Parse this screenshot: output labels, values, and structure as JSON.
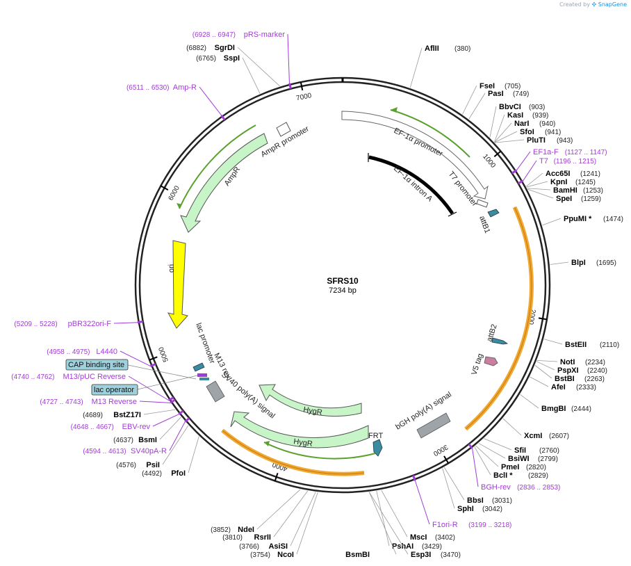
{
  "credit": {
    "prefix": "Created by",
    "brand": "SnapGene"
  },
  "plasmid": {
    "name": "SFRS10",
    "size_label": "7234 bp",
    "length": 7234
  },
  "ticks": [
    {
      "pos": 1000,
      "label": "1000"
    },
    {
      "pos": 2000,
      "label": "2000"
    },
    {
      "pos": 3000,
      "label": "3000"
    },
    {
      "pos": 4000,
      "label": "4000"
    },
    {
      "pos": 5000,
      "label": "5000"
    },
    {
      "pos": 6000,
      "label": "6000"
    },
    {
      "pos": 7000,
      "label": "7000"
    }
  ],
  "enzymes": [
    {
      "name": "AflII",
      "pos": "(380)",
      "site": 380
    },
    {
      "name": "FseI",
      "pos": "(705)",
      "site": 705
    },
    {
      "name": "PasI",
      "pos": "(749)",
      "site": 749
    },
    {
      "name": "BbvCI",
      "pos": "(903)",
      "site": 903
    },
    {
      "name": "KasI",
      "pos": "(939)",
      "site": 939
    },
    {
      "name": "NarI",
      "pos": "(940)",
      "site": 940
    },
    {
      "name": "SfoI",
      "pos": "(941)",
      "site": 941
    },
    {
      "name": "PluTI",
      "pos": "(943)",
      "site": 943
    },
    {
      "name": "Acc65I",
      "pos": "(1241)",
      "site": 1241
    },
    {
      "name": "KpnI",
      "pos": "(1245)",
      "site": 1245
    },
    {
      "name": "BamHI",
      "pos": "(1253)",
      "site": 1253
    },
    {
      "name": "SpeI",
      "pos": "(1259)",
      "site": 1259
    },
    {
      "name": "PpuMI *",
      "pos": "(1474)",
      "site": 1474
    },
    {
      "name": "BlpI",
      "pos": "(1695)",
      "site": 1695
    },
    {
      "name": "BstEII",
      "pos": "(2110)",
      "site": 2110
    },
    {
      "name": "NotI",
      "pos": "(2234)",
      "site": 2234
    },
    {
      "name": "PspXI",
      "pos": "(2240)",
      "site": 2240
    },
    {
      "name": "BstBI",
      "pos": "(2263)",
      "site": 2263
    },
    {
      "name": "AfeI",
      "pos": "(2333)",
      "site": 2333
    },
    {
      "name": "BmgBI",
      "pos": "(2444)",
      "site": 2444
    },
    {
      "name": "XcmI",
      "pos": "(2607)",
      "site": 2607
    },
    {
      "name": "SfiI",
      "pos": "(2760)",
      "site": 2760
    },
    {
      "name": "BsiWI",
      "pos": "(2799)",
      "site": 2799
    },
    {
      "name": "PmeI",
      "pos": "(2820)",
      "site": 2820
    },
    {
      "name": "BclI *",
      "pos": "(2829)",
      "site": 2829
    },
    {
      "name": "BbsI",
      "pos": "(3031)",
      "site": 3031
    },
    {
      "name": "SphI",
      "pos": "(3042)",
      "site": 3042
    },
    {
      "name": "MscI",
      "pos": "(3402)",
      "site": 3402
    },
    {
      "name": "PshAI",
      "pos": "(3429)",
      "site": 3429
    },
    {
      "name": "Esp3I",
      "pos": "(3470)",
      "site": 3470
    },
    {
      "name": "BsmBI",
      "pos": "",
      "site": 3470
    },
    {
      "name": "NcoI",
      "pos": "(3754)",
      "site": 3754
    },
    {
      "name": "AsiSI",
      "pos": "(3766)",
      "site": 3766
    },
    {
      "name": "RsrII",
      "pos": "(3810)",
      "site": 3810
    },
    {
      "name": "NdeI",
      "pos": "(3852)",
      "site": 3852
    },
    {
      "name": "PfoI",
      "pos": "(4492)",
      "site": 4492
    },
    {
      "name": "PsiI",
      "pos": "(4576)",
      "site": 4576
    },
    {
      "name": "BsmI",
      "pos": "(4637)",
      "site": 4637
    },
    {
      "name": "BstZ17I",
      "pos": "(4689)",
      "site": 4689
    },
    {
      "name": "SspI",
      "pos": "(6765)",
      "site": 6765
    },
    {
      "name": "SgrDI",
      "pos": "(6882)",
      "site": 6882
    }
  ],
  "primers": [
    {
      "name": "EF1a-F",
      "range": "(1127 .. 1147)",
      "site": 1137
    },
    {
      "name": "T7",
      "range": "(1196 .. 1215)",
      "site": 1205
    },
    {
      "name": "BGH-rev",
      "range": "(2836 .. 2853)",
      "site": 2844
    },
    {
      "name": "F1ori-R",
      "range": "(3199 .. 3218)",
      "site": 3208
    },
    {
      "name": "SV40pA-R",
      "range": "(4594 .. 4613)",
      "site": 4603
    },
    {
      "name": "EBV-rev",
      "range": "(4648 .. 4667)",
      "site": 4657
    },
    {
      "name": "M13 Reverse",
      "range": "(4727 .. 4743)",
      "site": 4735
    },
    {
      "name": "M13/pUC Reverse",
      "range": "(4740 .. 4762)",
      "site": 4751
    },
    {
      "name": "L4440",
      "range": "(4958 .. 4975)",
      "site": 4966
    },
    {
      "name": "pBR322ori-F",
      "range": "(5209 .. 5228)",
      "site": 5218
    },
    {
      "name": "Amp-R",
      "range": "(6511 .. 6530)",
      "site": 6520
    },
    {
      "name": "pRS-marker",
      "range": "(6928 .. 6947)",
      "site": 6937
    }
  ],
  "features": {
    "ef1a_promoter": "EF-1α promoter",
    "ef1a_intron": "EF-1α intron A",
    "t7_promoter": "T7 promoter",
    "attb1": "attB1",
    "attb2": "attB2",
    "v5_tag": "V5 tag",
    "bgh_polya": "bGH poly(A) signal",
    "frt": "FRT",
    "hygr_1": "HygR",
    "hygr_2": "HygR",
    "sv40_polya": "SV40 poly(A) signal",
    "m13_rev": "M13 rev",
    "lac_promoter": "lac promoter",
    "ori": "ori",
    "ampr": "AmpR",
    "ampr_promoter": "AmpR promoter",
    "cap_binding_site": "CAP binding site",
    "lac_operator": "lac operator"
  },
  "colors": {
    "backbone": "#222222",
    "primer": "#a23bd6",
    "orf_fill": "#c8f5c8",
    "orf_line": "#5aa02c",
    "ori_fill": "#ffff00",
    "insert_band": "#f0a830",
    "polya_fill": "#9ea4a8",
    "tag_fill": "#c87fa0",
    "att_fill": "#3b8ca0",
    "box_fill": "#9ed1dc"
  }
}
